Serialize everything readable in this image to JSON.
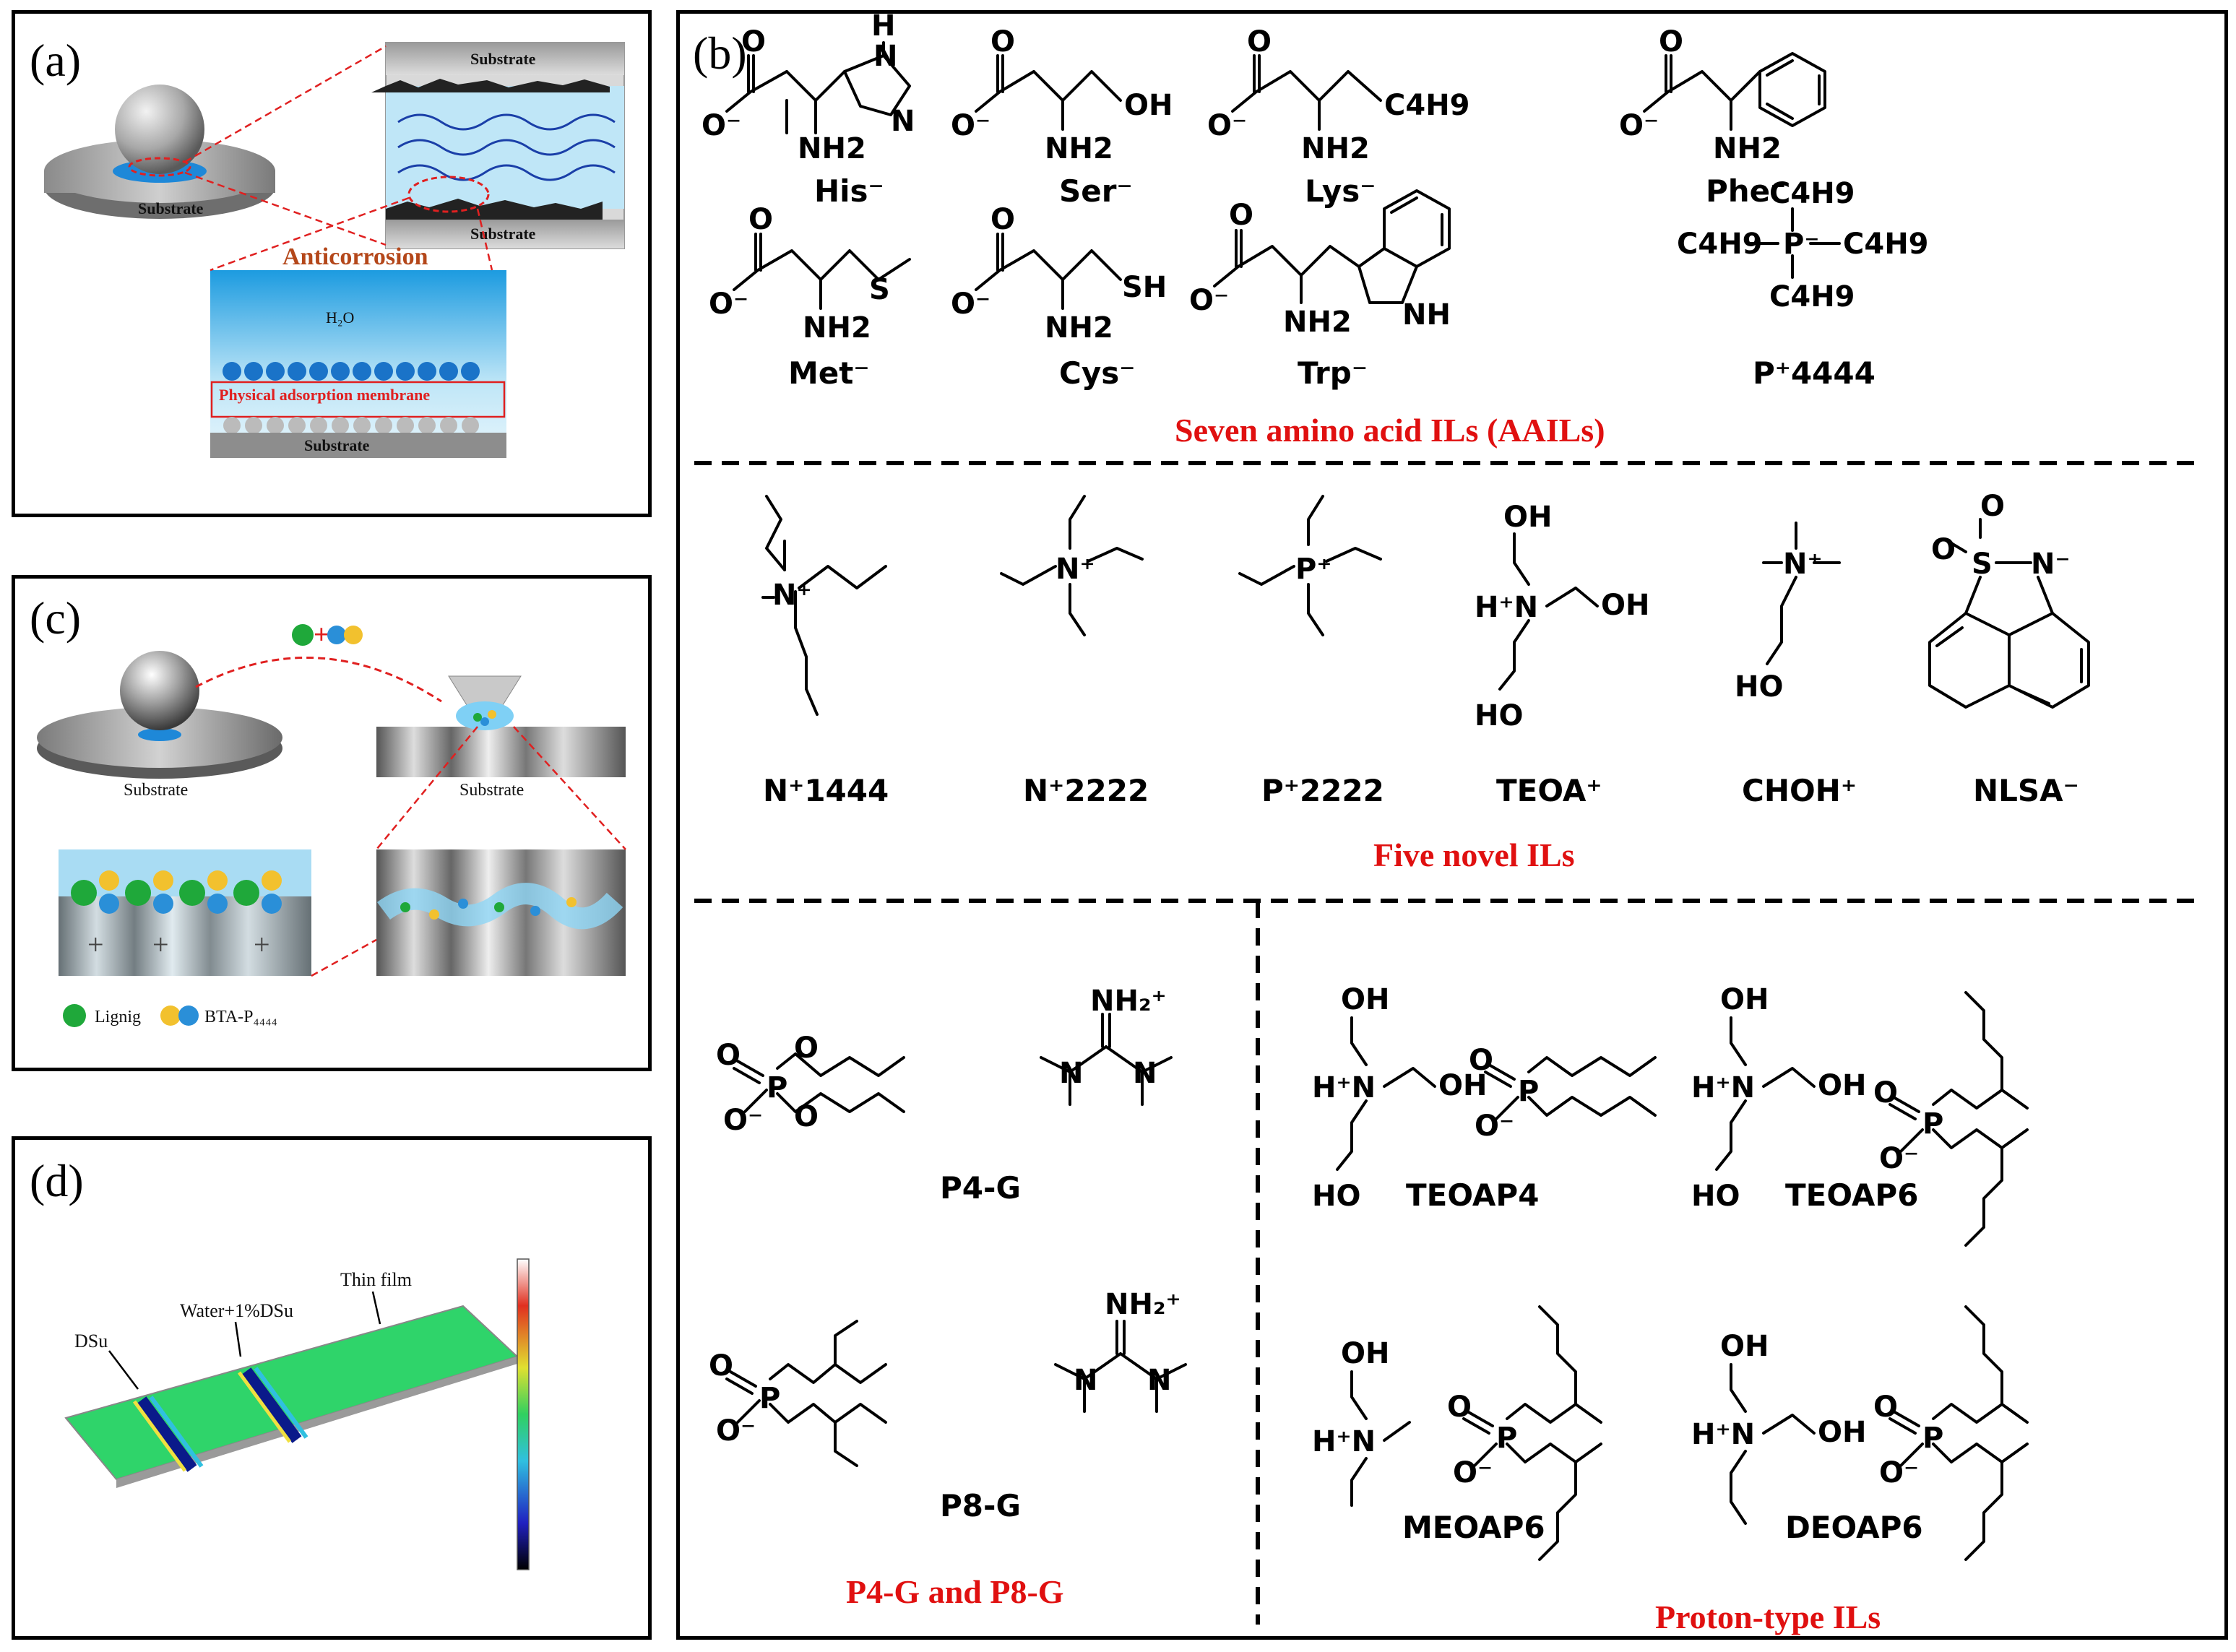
{
  "panels": {
    "a": {
      "label": "(a)",
      "texts": {
        "substrate_disc": "Substrate",
        "substrate_top": "Substrate",
        "substrate_mid": "Substrate",
        "anticorrosion": "Anticorrosion",
        "water": "H₂O",
        "membrane": "Physical adsorption membrane",
        "substrate_bottom": "Substrate"
      }
    },
    "b": {
      "label": "(b)",
      "aails": {
        "his": "His⁻",
        "ser": "Ser⁻",
        "lys": "Lys⁻",
        "phe": "Phe⁻",
        "met": "Met⁻",
        "cys": "Cys⁻",
        "trp": "Trp⁻",
        "p4444": "P⁺4444"
      },
      "section1_title": "Seven amino acid ILs (AAILs)",
      "novel": {
        "n1444": "N⁺1444",
        "n2222": "N⁺2222",
        "p2222": "P⁺2222",
        "teoa": "TEOA⁺",
        "choh": "CHOH⁺",
        "nlsa": "NLSA⁻"
      },
      "section2_title": "Five novel ILs",
      "pg": {
        "p4g": "P4-G",
        "p8g": "P8-G"
      },
      "proton": {
        "teoap4": "TEOAP4",
        "teoap6": "TEOAP6",
        "meoap6": "MEOAP6",
        "deoap6": "DEOAP6"
      },
      "section3_title": "P4-G and P8-G",
      "section4_title": "Proton-type ILs",
      "atoms": {
        "o": "O",
        "o_minus": "O⁻",
        "nh2": "NH2",
        "h": "H",
        "n": "N",
        "oh": "OH",
        "sh": "SH",
        "s": "S",
        "ho": "HO",
        "nh": "NH",
        "c4h9": "C4H9",
        "p_minus": "P⁻",
        "p": "P",
        "n_plus": "N⁺",
        "p_plus": "P⁺",
        "h_plus_n": "H⁺N",
        "s_n_minus": "N⁻",
        "nh2_plus": "NH₂⁺"
      }
    },
    "c": {
      "label": "(c)",
      "texts": {
        "substrate_left": "Substrate",
        "substrate_right": "Substrate",
        "legend_lignig": "Lignig",
        "legend_bta": "BTA-P₄₄₄₄"
      }
    },
    "d": {
      "label": "(d)",
      "texts": {
        "dsu": "DSu",
        "water_dsu": "Water+1%DSu",
        "thin_film": "Thin film"
      }
    }
  },
  "colors": {
    "red_title": "#e01010",
    "anticorrosion": "#b4471a",
    "green_ball": "#1fa83a",
    "blue_ball": "#2a8fd8",
    "yellow_ball": "#f2c12e",
    "film_green": "#2fd46a"
  }
}
